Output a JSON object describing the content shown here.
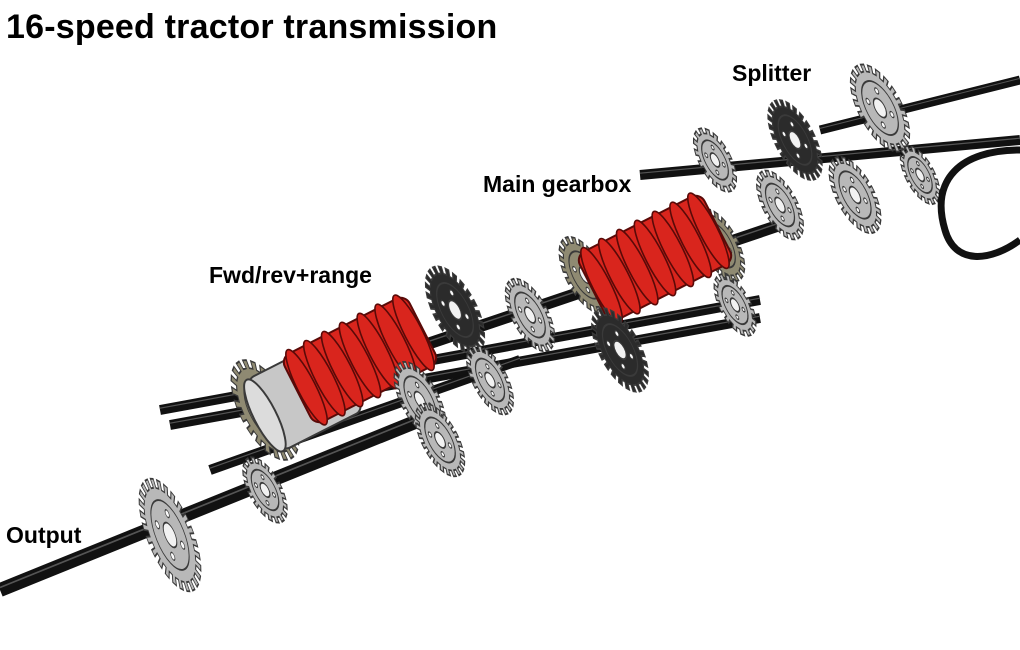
{
  "title": "16-speed tractor transmission",
  "labels": {
    "splitter": "Splitter",
    "main_gearbox": "Main gearbox",
    "fwd_rev_range": "Fwd/rev+range",
    "output": "Output"
  },
  "colors": {
    "background": "#ffffff",
    "axle": "#111111",
    "axle_highlight": "#555555",
    "gear_light": "#b8b8b8",
    "gear_outline": "#3a3a3a",
    "gear_dark": "#2b2b2b",
    "gear_tan": "#8f8a72",
    "clutch_red": "#d9251d",
    "hub_grey": "#c7c7c7"
  }
}
